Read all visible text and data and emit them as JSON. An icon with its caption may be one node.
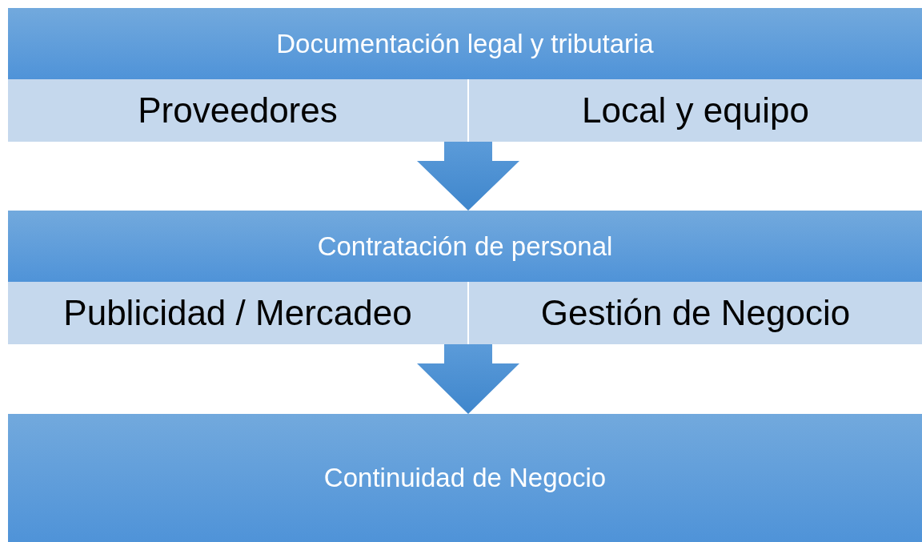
{
  "diagram": {
    "nodes": [
      {
        "text": [
          "Documentación legal y tributaria"
        ]
      },
      {
        "text": [
          "Proveedores"
        ]
      },
      {
        "text": [
          "Local y equipo"
        ]
      },
      {
        "text": [
          "Contratación de personal"
        ]
      },
      {
        "text": [
          "Publicidad / Mercadeo"
        ]
      },
      {
        "text": [
          "Gestión de Negocio"
        ]
      },
      {
        "text": [
          "Continuidad de Negocio"
        ]
      }
    ],
    "edges": [
      {
        "from": 1,
        "to": 3,
        "arrow": "to"
      },
      {
        "from": 2,
        "to": 3,
        "arrow": "to"
      },
      {
        "from": 4,
        "to": 6,
        "arrow": "to"
      },
      {
        "from": 5,
        "to": 6,
        "arrow": "to"
      }
    ]
  }
}
